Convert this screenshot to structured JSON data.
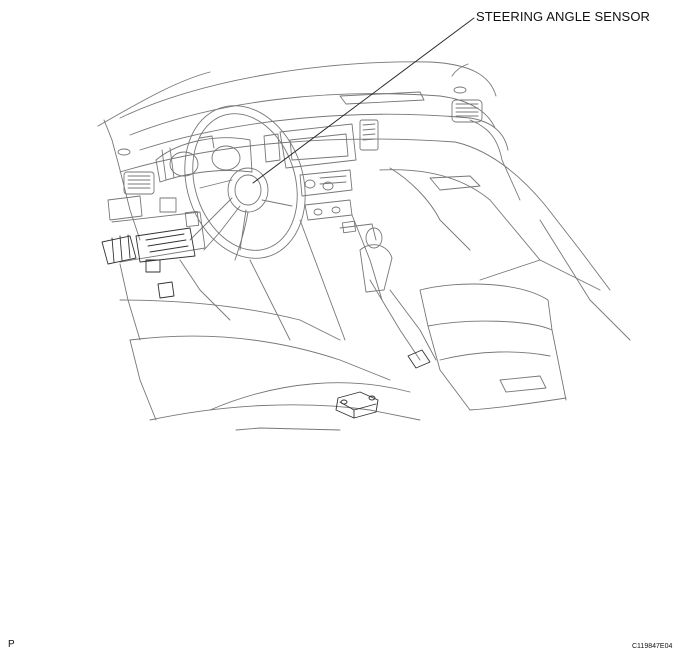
{
  "callout_label": "STEERING ANGLE SENSOR",
  "corner_letter": "P",
  "figure_code": "C119847E04",
  "colors": {
    "line": "#6a6a6a",
    "dark_line": "#2a2a2a",
    "text": "#111111",
    "background": "#ffffff"
  }
}
